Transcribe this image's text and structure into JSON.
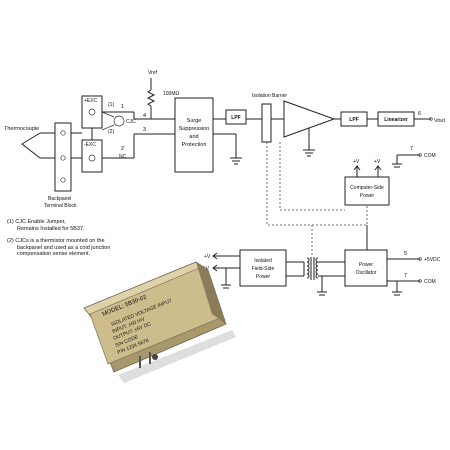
{
  "diagram": {
    "inputs": {
      "thermocouple": "Thermocouple",
      "backpanel_block": [
        "Backpanel",
        "Terminal Block"
      ],
      "exc_top": "+EXC",
      "exc_bottom": "-EXC",
      "cjc_label": "CJC",
      "jumper_mark": "(1)",
      "cjc_mark": "(2)",
      "terminal_1": "1",
      "terminal_2": "2",
      "terminal_3": "3",
      "terminal_4": "4",
      "nc": "NC",
      "vref": "Vref",
      "resistor": "100MΩ"
    },
    "blocks": {
      "surge": [
        "Surge",
        "Suppression",
        "and",
        "Protection"
      ],
      "lpf1": "LPF",
      "isolation_barrier": "Isolation Barrier",
      "lpf2": "LPF",
      "linearizer": "Linearizer",
      "computer_power": [
        "Computer-Side",
        "Power"
      ],
      "field_power": [
        "Isolated",
        "Field-Side",
        "Power"
      ],
      "oscillator": [
        "Power",
        "Oscillator"
      ]
    },
    "outputs": {
      "vout_pin": "6",
      "vout": "Vout",
      "com_pin_top": "7",
      "com_top": "COM",
      "plus_v_left": "+V",
      "plus_v_right": "+V",
      "vdc_pin": "5",
      "vdc": "+5VDC",
      "com_pin_bottom": "7",
      "com_bottom": "COM",
      "field_plus_v": "+V",
      "field_minus_v": "-V"
    },
    "notes": [
      "(1) CJC Enable Jumper,",
      "Remains Installed for 5B37.",
      "(2) CJCs is a thermistor mounted on the",
      "backpanel and used as a cold junction",
      "compensation sense element."
    ]
  },
  "module": {
    "model": "MODEL: 5B30-02",
    "lines": [
      "ISOLATED VOLTAGE INPUT",
      "INPUT: ±50 mV",
      "OUTPUT: ±5V DC",
      "S/N   CODE",
      "P/N   1234   5678"
    ]
  },
  "colors": {
    "module_body": "#cdbc8c",
    "module_top": "#dfd2a8",
    "module_dark": "#6d6454",
    "line": "#222222"
  }
}
